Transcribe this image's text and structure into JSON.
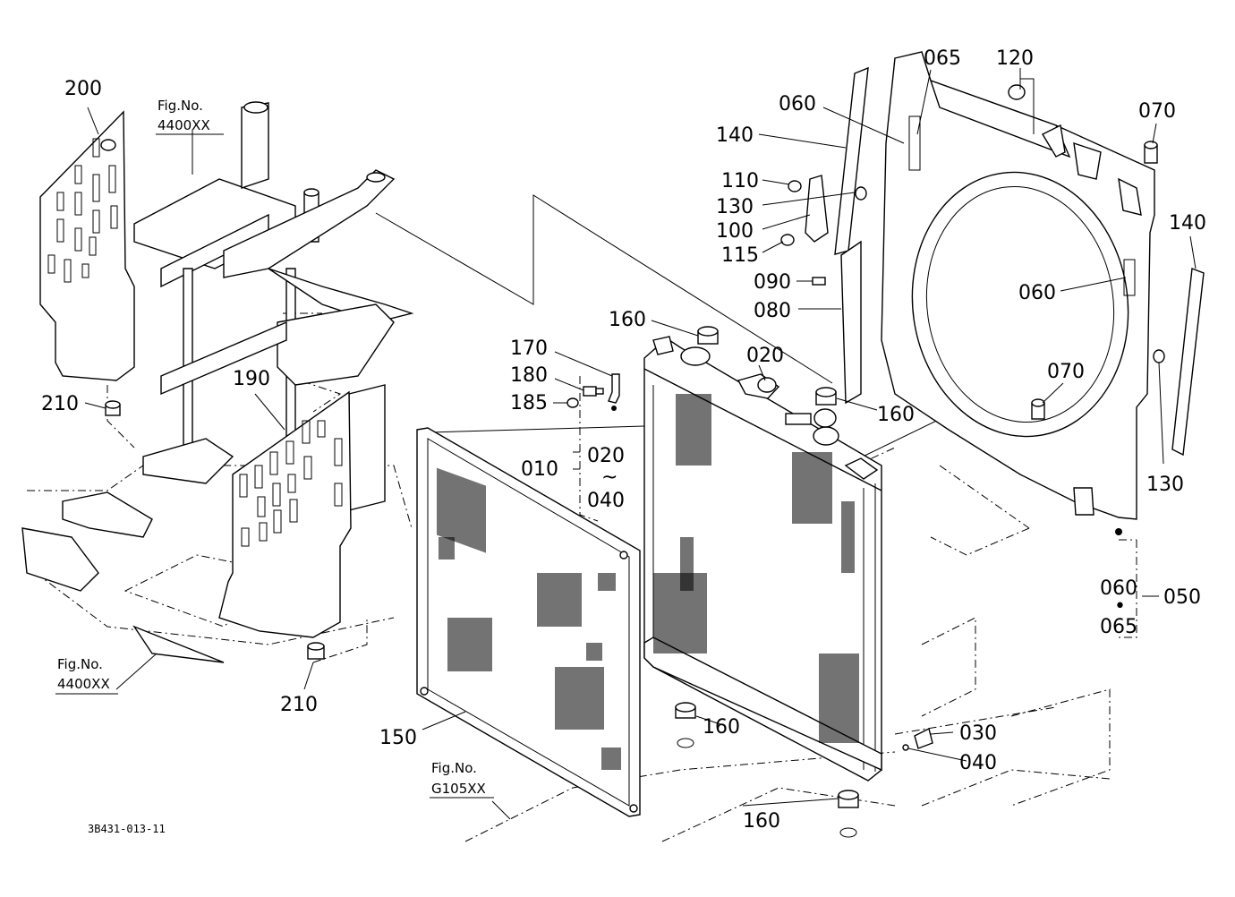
{
  "drawing_code": "3B431-013-11",
  "figure_refs": {
    "top_prefix": "Fig.No.",
    "top_number": "4400XX",
    "left_prefix": "Fig.No.",
    "left_number": "4400XX",
    "bottom_prefix": "Fig.No.",
    "bottom_number": "G105XX"
  },
  "callouts": {
    "p200": "200",
    "p190": "190",
    "p210a": "210",
    "p210b": "210",
    "p150": "150",
    "p170": "170",
    "p180": "180",
    "p185": "185",
    "p010": "010",
    "p020_range": "020",
    "tilde": "~",
    "p040_range": "040",
    "p160a": "160",
    "p020": "020",
    "p160b": "160",
    "p160c": "160",
    "p160d": "160",
    "p030": "030",
    "p040": "040",
    "p065a": "065",
    "p120": "120",
    "p070a": "070",
    "p060a": "060",
    "p140a": "140",
    "p110": "110",
    "p130a": "130",
    "p100": "100",
    "p115": "115",
    "p090": "090",
    "p080": "080",
    "p060b": "060",
    "p140b": "140",
    "p070b": "070",
    "p130b": "130",
    "p060c": "060",
    "dot": "•",
    "p065b": "065",
    "p050": "050"
  }
}
